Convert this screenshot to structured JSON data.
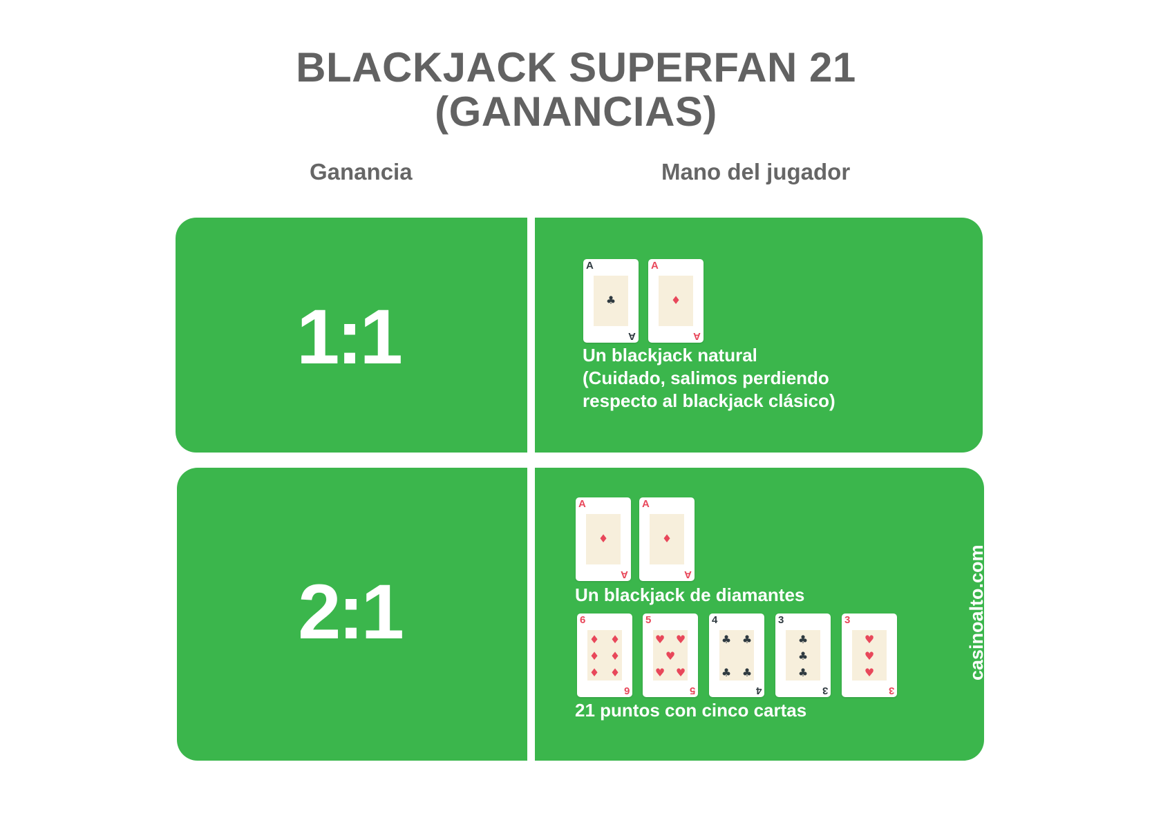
{
  "title": {
    "line1": "BLACKJACK SUPERFAN 21",
    "line2": "(GANANCIAS)"
  },
  "columns": {
    "payout": "Ganancia",
    "hand": "Mano del jugador"
  },
  "rows": [
    {
      "ratio": "1:1",
      "hands": [
        {
          "cards": [
            {
              "rank": "A",
              "suit": "club",
              "color": "#2f3a40"
            },
            {
              "rank": "A",
              "suit": "diamond",
              "color": "#e8475a"
            }
          ],
          "description": [
            "Un blackjack natural",
            "(Cuidado, salimos perdiendo",
            "respecto al blackjack clásico)"
          ]
        }
      ]
    },
    {
      "ratio": "2:1",
      "hands": [
        {
          "cards": [
            {
              "rank": "A",
              "suit": "diamond",
              "color": "#e8475a"
            },
            {
              "rank": "A",
              "suit": "diamond",
              "color": "#e8475a"
            }
          ],
          "description": [
            "Un blackjack de diamantes"
          ]
        },
        {
          "cards": [
            {
              "rank": "6",
              "suit": "diamond",
              "color": "#e8475a"
            },
            {
              "rank": "5",
              "suit": "heart",
              "color": "#e8475a"
            },
            {
              "rank": "4",
              "suit": "club",
              "color": "#2f3a40"
            },
            {
              "rank": "3",
              "suit": "club",
              "color": "#2f3a40"
            },
            {
              "rank": "3",
              "suit": "heart",
              "color": "#e8475a"
            }
          ],
          "description": [
            "21 puntos con cinco cartas"
          ]
        }
      ]
    }
  ],
  "brand": "casinoalto.com",
  "colors": {
    "panel": "#3bb64c",
    "heading": "#626262",
    "red_suit": "#e8475a",
    "black_suit": "#2f3a40",
    "card_center": "#f7efdc"
  }
}
